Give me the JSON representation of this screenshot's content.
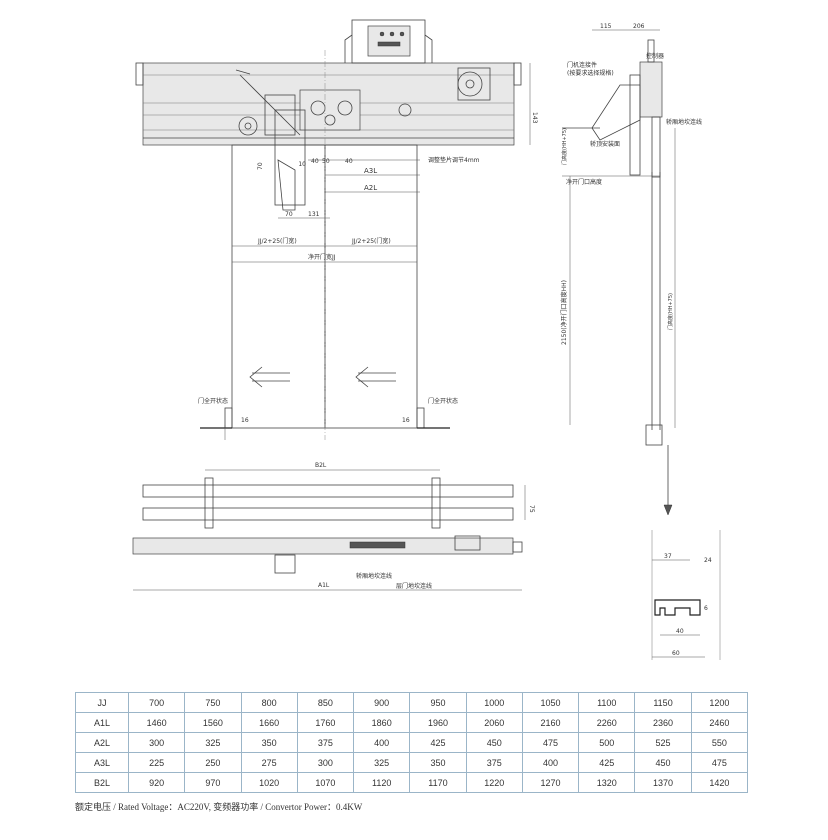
{
  "front_view": {
    "dims": {
      "d143": "143",
      "d10": "10",
      "d40a": "40",
      "d50": "50",
      "d40b": "40",
      "a3l": "A3L",
      "a2l": "A2L",
      "d70": "70",
      "d131": "131",
      "half_left": "JJ/2+25(门宽)",
      "half_right": "JJ/2+25(门宽)",
      "clear_opening": "净开门宽JJ",
      "gap_left": "16",
      "gap_right": "16"
    },
    "labels": {
      "adjust_note": "调整垫片调节4mm",
      "closed_left": "门全开状态",
      "closed_right": "门全开状态"
    }
  },
  "side_view": {
    "dims": {
      "d115": "115",
      "d206": "206",
      "height_block": "门高度(HH+75)",
      "clear_height": "2150(净开门口高度HH)",
      "door_height": "门高度(HH+75)"
    },
    "labels": {
      "controller": "控制器",
      "hanger_title": "门机连接件",
      "hanger_sub": "(按要求选择规格)",
      "wire": "轿厢地坎连线",
      "bracket": "轿顶安装面",
      "opening_height": "净开门口高度"
    }
  },
  "bottom_view": {
    "dims": {
      "b2l": "B2L",
      "a1l": "A1L",
      "d75": "75"
    },
    "labels": {
      "sill_line": "轿厢地坎连线",
      "car_door_line": "层门地坎连线"
    }
  },
  "sill_detail": {
    "dims": {
      "d37": "37",
      "d24": "24",
      "d6": "6",
      "d40": "40",
      "d60": "60"
    }
  },
  "spec_table": {
    "rows": [
      {
        "label": "JJ",
        "values": [
          "700",
          "750",
          "800",
          "850",
          "900",
          "950",
          "1000",
          "1050",
          "1100",
          "1150",
          "1200"
        ]
      },
      {
        "label": "A1L",
        "values": [
          "1460",
          "1560",
          "1660",
          "1760",
          "1860",
          "1960",
          "2060",
          "2160",
          "2260",
          "2360",
          "2460"
        ]
      },
      {
        "label": "A2L",
        "values": [
          "300",
          "325",
          "350",
          "375",
          "400",
          "425",
          "450",
          "475",
          "500",
          "525",
          "550"
        ]
      },
      {
        "label": "A3L",
        "values": [
          "225",
          "250",
          "275",
          "300",
          "325",
          "350",
          "375",
          "400",
          "425",
          "450",
          "475"
        ]
      },
      {
        "label": "B2L",
        "values": [
          "920",
          "970",
          "1020",
          "1070",
          "1120",
          "1170",
          "1220",
          "1270",
          "1320",
          "1370",
          "1420"
        ]
      }
    ]
  },
  "footer": {
    "note": "额定电压 / Rated Voltage：AC220V,   变频器功率 / Convertor Power：0.4KW"
  }
}
